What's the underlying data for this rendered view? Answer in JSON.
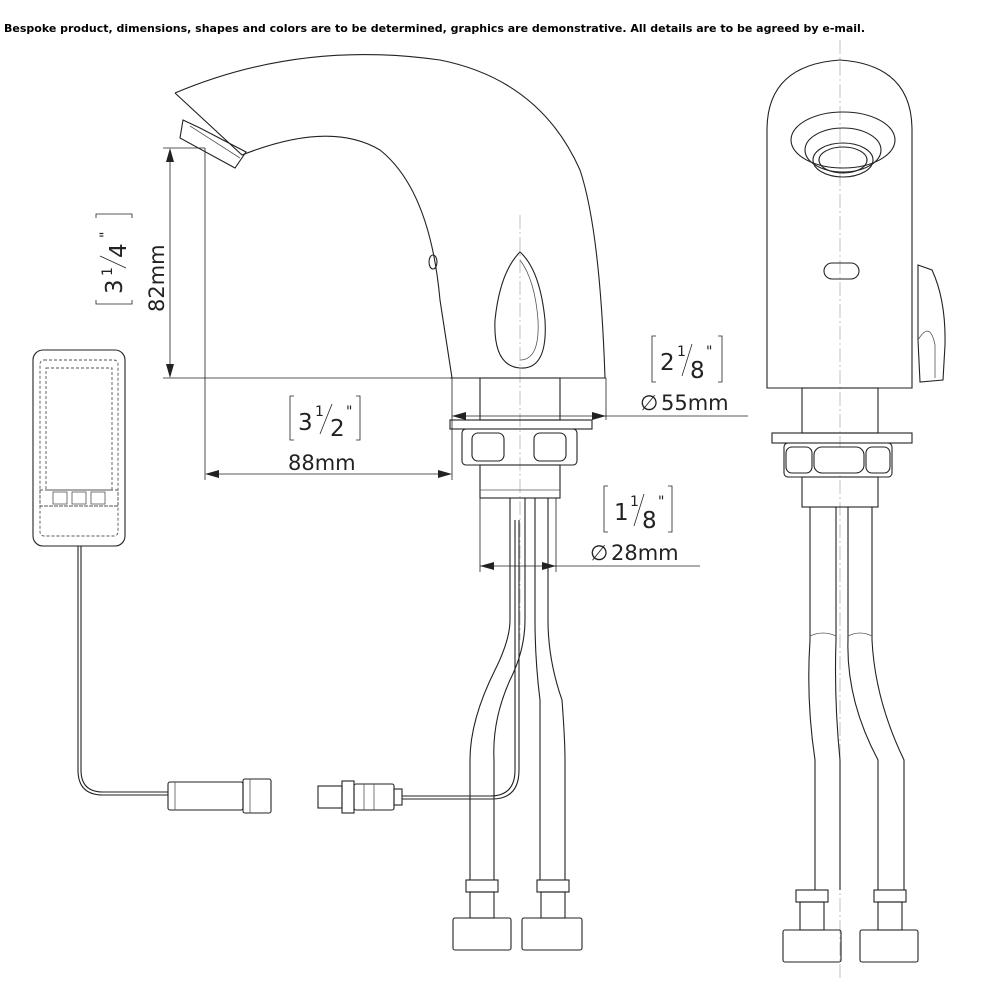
{
  "notice": "Bespoke product, dimensions, shapes and colors are to be determined, graphics are demonstrative. All details are to be agreed by e-mail.",
  "dimensions": {
    "height": {
      "metric": "82mm",
      "whole": "3",
      "num": "1",
      "den": "4",
      "unit": "\""
    },
    "reach": {
      "metric": "88mm",
      "whole": "3",
      "num": "1",
      "den": "2",
      "unit": "\""
    },
    "base_diameter": {
      "metric": "55mm",
      "symbol": "∅",
      "whole": "2",
      "num": "1",
      "den": "8",
      "unit": "\""
    },
    "shank_diameter": {
      "metric": "28mm",
      "symbol": "∅",
      "whole": "1",
      "num": "1",
      "den": "8",
      "unit": "\""
    }
  }
}
